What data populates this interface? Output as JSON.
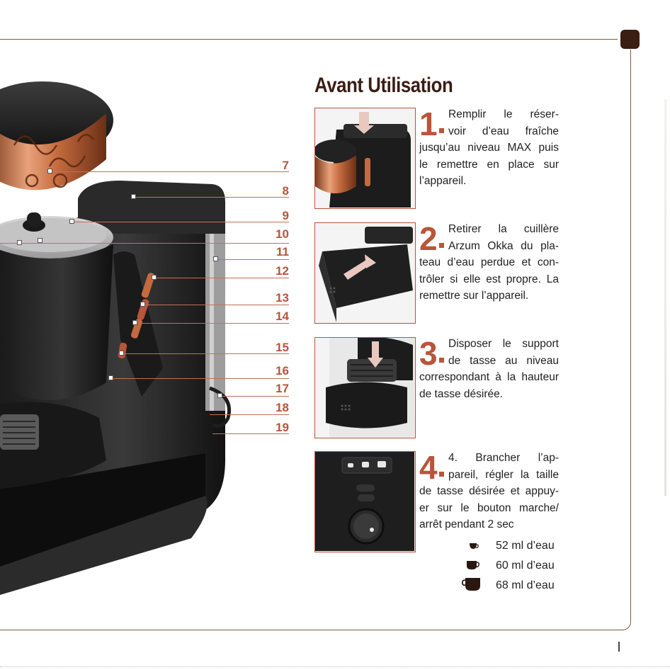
{
  "heading": "Avant Utilisation",
  "callouts": [
    "7",
    "8",
    "9",
    "10",
    "11",
    "12",
    "13",
    "14",
    "15",
    "16",
    "17",
    "18",
    "19"
  ],
  "steps": [
    {
      "number": "1",
      "first_line": "Remplir le réser-",
      "lines": [
        "voir d’eau fraîche",
        "jusqu’au niveau MAX puis",
        "le remettre en place sur",
        "l’appareil."
      ]
    },
    {
      "number": "2",
      "first_line": "Retirer la cuillère",
      "lines": [
        "Arzum Okka du pla-",
        "teau d’eau perdue et con-",
        "trôler si elle est propre. La",
        "remettre sur l’appareil."
      ]
    },
    {
      "number": "3",
      "first_line": "Disposer le support",
      "lines": [
        "de tasse au niveau",
        "correspondant à la hauteur",
        "de tasse désirée."
      ]
    },
    {
      "number": "4",
      "first_line": "4. Brancher l’ap-",
      "lines": [
        "pareil, régler la taille",
        "de tasse désirée et appuy-",
        "er sur le bouton marche/",
        "arrêt pendant 2 sec"
      ]
    }
  ],
  "cup_sizes": [
    {
      "icon": "small-cup-icon",
      "label": "52 ml d’eau"
    },
    {
      "icon": "medium-cup-icon",
      "label": "60 ml d’eau"
    },
    {
      "icon": "large-cup-icon",
      "label": "68 ml d’eau"
    }
  ],
  "colors": {
    "accent": "#b8553a",
    "heading": "#3a1d13",
    "rule": "#7a5c44"
  }
}
